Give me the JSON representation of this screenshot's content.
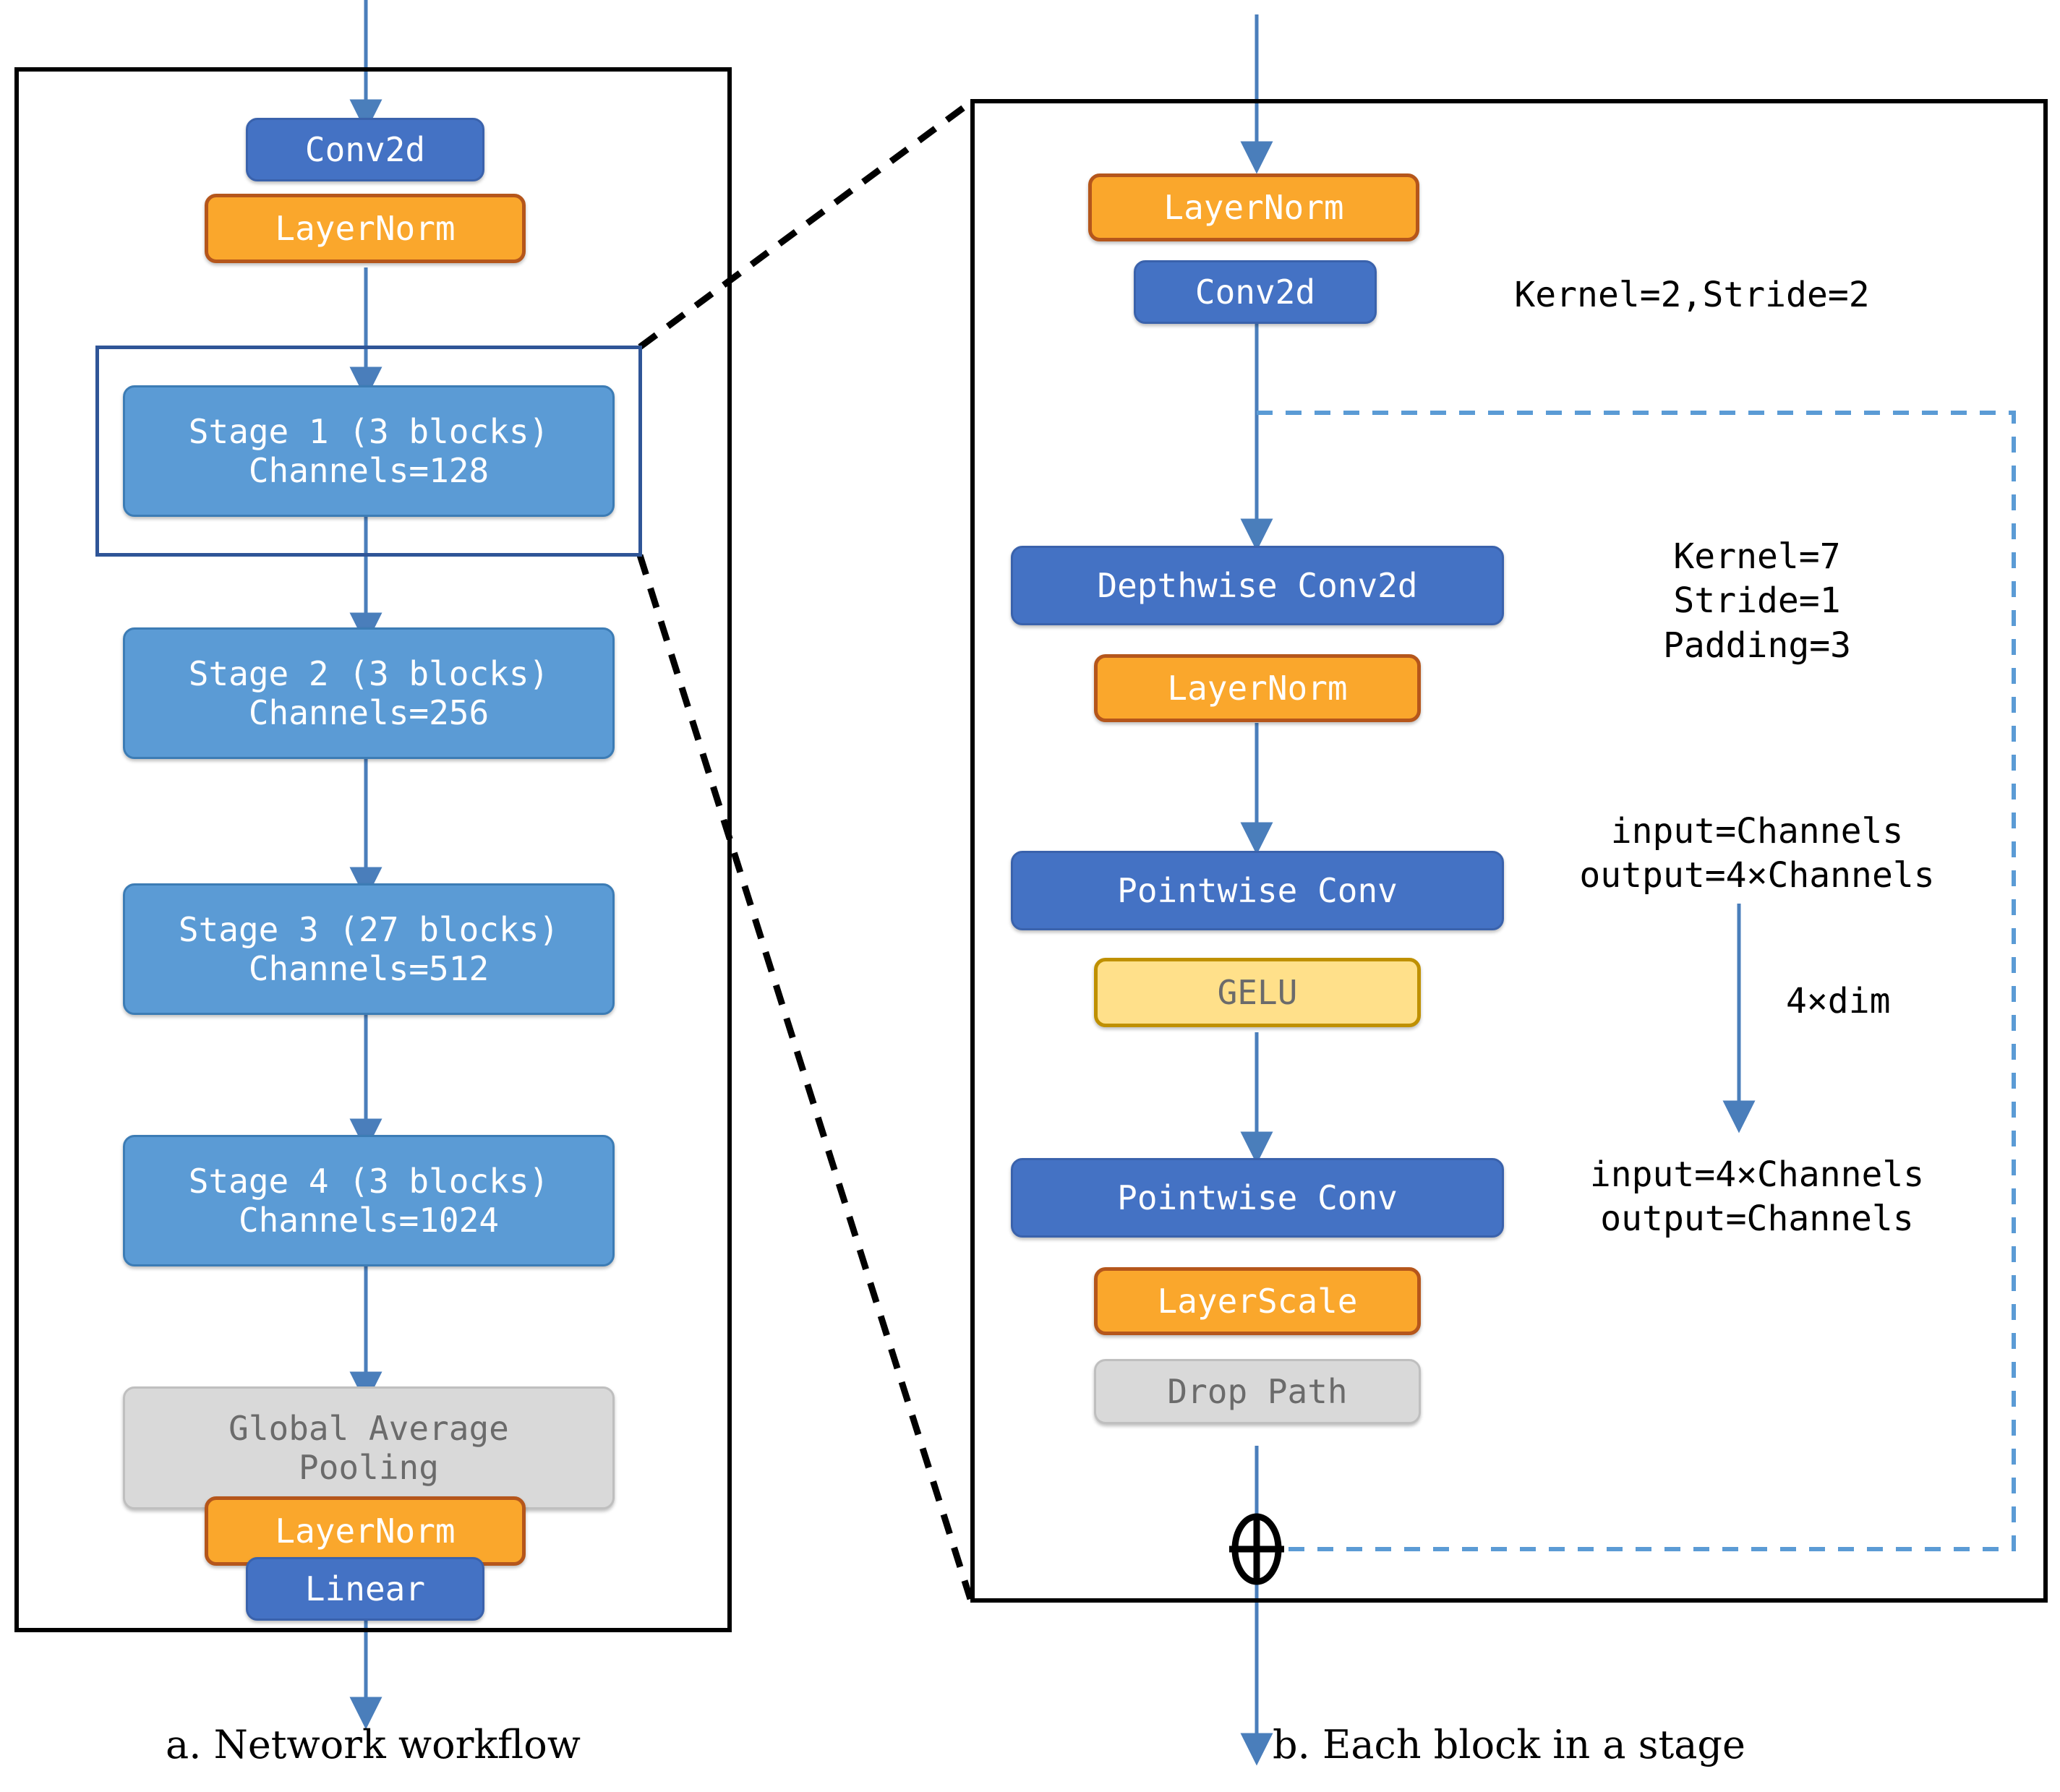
{
  "figure": {
    "panel_a": {
      "caption": "a. Network workflow",
      "nodes": [
        {
          "id": "conv2d",
          "label": "Conv2d"
        },
        {
          "id": "ln1",
          "label": "LayerNorm"
        },
        {
          "id": "stage1",
          "label": "Stage 1 (3 blocks)\nChannels=128"
        },
        {
          "id": "stage2",
          "label": "Stage 2 (3 blocks)\nChannels=256"
        },
        {
          "id": "stage3",
          "label": "Stage 3 (27 blocks)\nChannels=512"
        },
        {
          "id": "stage4",
          "label": "Stage 4 (3 blocks)\nChannels=1024"
        },
        {
          "id": "gap",
          "label": "Global Average\nPooling"
        },
        {
          "id": "ln2",
          "label": "LayerNorm"
        },
        {
          "id": "linear",
          "label": "Linear"
        }
      ]
    },
    "panel_b": {
      "caption": "b. Each block in a stage",
      "nodes": [
        {
          "id": "b-ln1",
          "label": "LayerNorm"
        },
        {
          "id": "b-conv",
          "label": "Conv2d"
        },
        {
          "id": "b-dwconv",
          "label": "Depthwise Conv2d"
        },
        {
          "id": "b-ln2",
          "label": "LayerNorm"
        },
        {
          "id": "b-pw1",
          "label": "Pointwise Conv"
        },
        {
          "id": "b-gelu",
          "label": "GELU"
        },
        {
          "id": "b-pw2",
          "label": "Pointwise Conv"
        },
        {
          "id": "b-lscale",
          "label": "LayerScale"
        },
        {
          "id": "b-drop",
          "label": "Drop Path"
        }
      ],
      "annotations": [
        {
          "id": "a-downsample",
          "text": "Kernel=2,Stride=2"
        },
        {
          "id": "a-dwconv",
          "text": "Kernel=7\nStride=1\nPadding=3"
        },
        {
          "id": "a-pw1",
          "text": "input=Channels\noutput=4×Channels"
        },
        {
          "id": "a-4xdim",
          "text": "4×dim"
        },
        {
          "id": "a-pw2",
          "text": "input=4×Channels\noutput=Channels"
        }
      ],
      "residual_add_symbol": "⊕"
    },
    "colors": {
      "dark_blue": "#4472C4",
      "light_blue": "#5B9BD5",
      "orange": "#FAA72C",
      "yellow": "#FFE08A",
      "gray": "#D9D9D9",
      "arrow_blue": "#4A7EBB",
      "highlight": "#2F5597",
      "panel_border": "#000000"
    }
  }
}
